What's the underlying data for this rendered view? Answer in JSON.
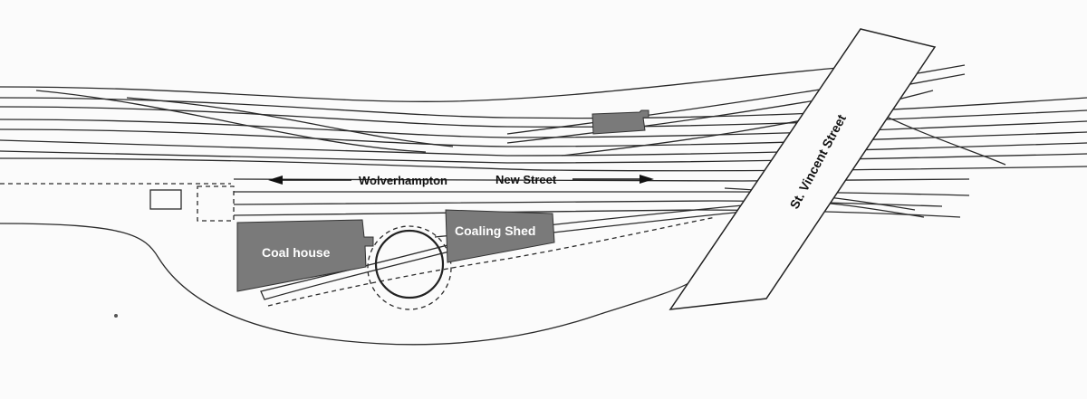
{
  "labels": {
    "wolverhampton": "Wolverhampton",
    "new_street": "New Street",
    "coal_house": "Coal house",
    "coaling_shed": "Coaling Shed",
    "street": "St. Vincent Street"
  },
  "colors": {
    "building_fill": "#7a7a7a",
    "line": "#2a2a2a",
    "background": "#fbfbfb"
  }
}
